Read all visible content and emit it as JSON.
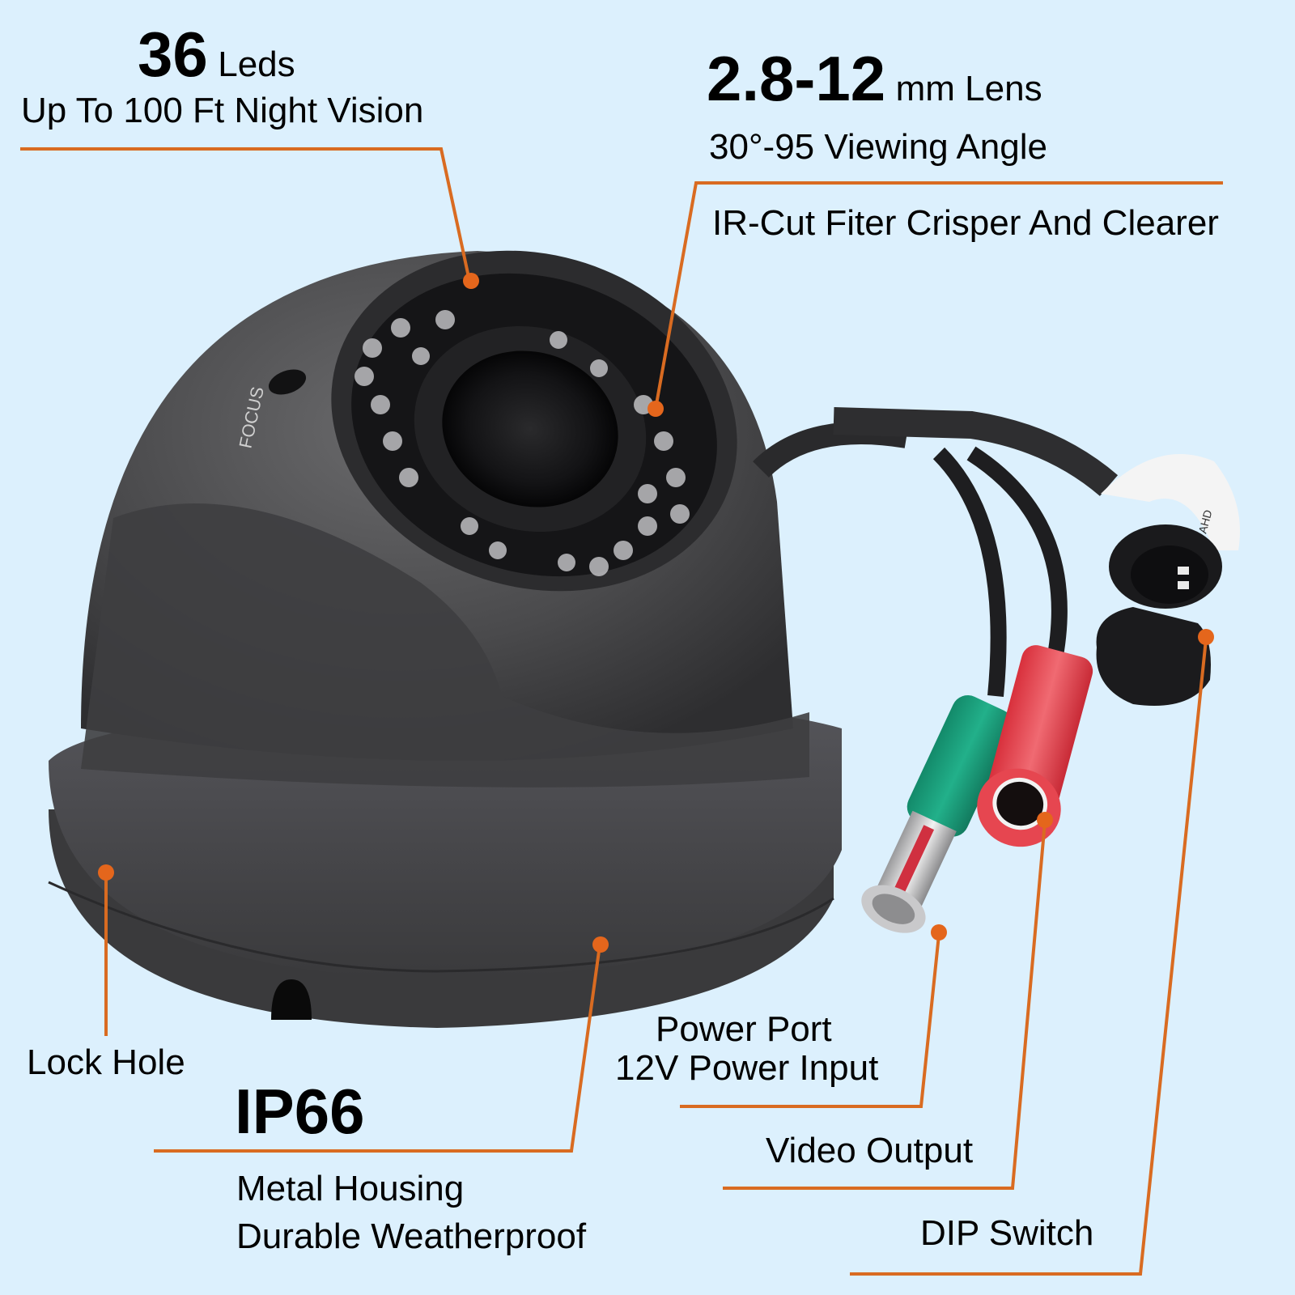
{
  "colors": {
    "background": "#dcf0fd",
    "callout_line": "#d96b21",
    "text": "#000000",
    "camera_body": "#4a4a4c",
    "bnc_green": "#1e9c7a",
    "dc_red": "#e84a55"
  },
  "callouts": {
    "leds": {
      "number": "36",
      "unit": "Leds",
      "subtitle": "Up To 100 Ft Night Vision"
    },
    "lens": {
      "number": "2.8-12",
      "unit": "mm Lens",
      "subtitle": "30°-95 Viewing Angle",
      "detail": "IR-Cut Fiter Crisper And Clearer"
    },
    "lock_hole": {
      "label": "Lock Hole"
    },
    "ip66": {
      "title": "IP66",
      "line1": "Metal Housing",
      "line2": "Durable Weatherproof"
    },
    "power": {
      "line1": "Power Port",
      "line2": "12V Power Input"
    },
    "video": {
      "label": "Video Output"
    },
    "dip": {
      "label": "DIP Switch"
    }
  },
  "product": {
    "focus_label": "FOCUS",
    "tag_text": "AHD"
  }
}
